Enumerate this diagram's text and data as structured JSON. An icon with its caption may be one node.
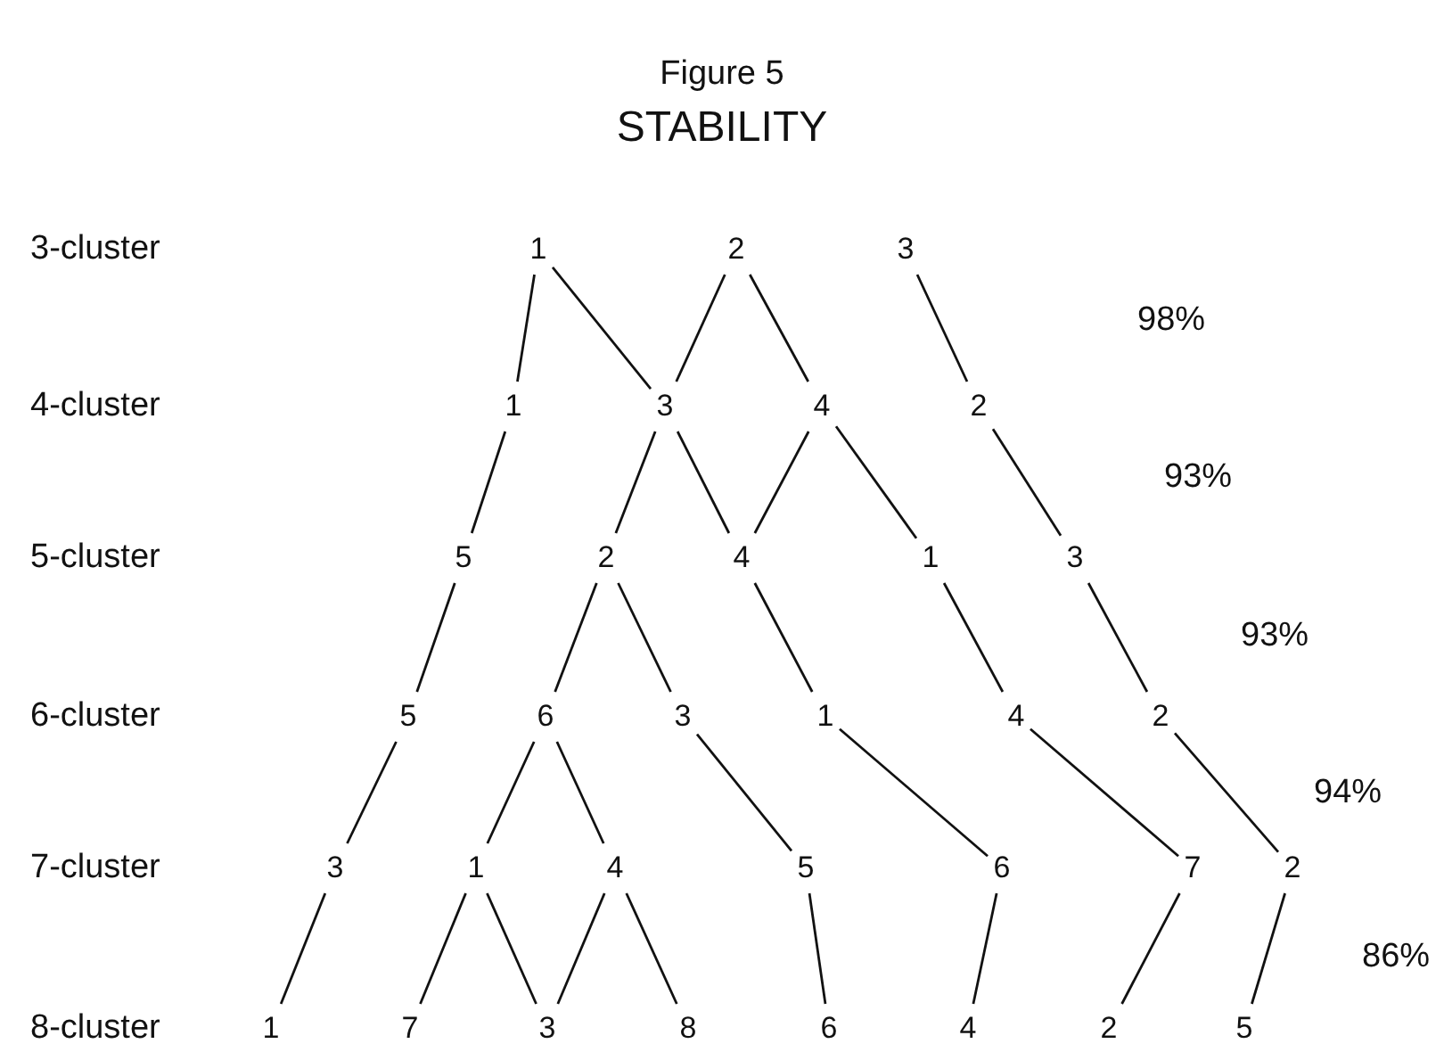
{
  "diagram": {
    "title": "STABILITY",
    "nodes": [
      {
        "text": [
          "1"
        ]
      },
      {
        "text": [
          "2"
        ]
      },
      {
        "text": [
          "3"
        ]
      },
      {
        "text": [
          "1"
        ]
      },
      {
        "text": [
          "3"
        ]
      },
      {
        "text": [
          "4"
        ]
      },
      {
        "text": [
          "2"
        ]
      },
      {
        "text": [
          "5"
        ]
      },
      {
        "text": [
          "2"
        ]
      },
      {
        "text": [
          "4"
        ]
      },
      {
        "text": [
          "1"
        ]
      },
      {
        "text": [
          "3"
        ]
      },
      {
        "text": [
          "5"
        ]
      },
      {
        "text": [
          "6"
        ]
      },
      {
        "text": [
          "3"
        ]
      },
      {
        "text": [
          "1"
        ]
      },
      {
        "text": [
          "4"
        ]
      },
      {
        "text": [
          "2"
        ]
      },
      {
        "text": [
          "3"
        ]
      },
      {
        "text": [
          "1"
        ]
      },
      {
        "text": [
          "4"
        ]
      },
      {
        "text": [
          "5"
        ]
      },
      {
        "text": [
          "6"
        ]
      },
      {
        "text": [
          "7"
        ]
      },
      {
        "text": [
          "2"
        ]
      },
      {
        "text": [
          "1"
        ]
      },
      {
        "text": [
          "7"
        ]
      },
      {
        "text": [
          "3"
        ]
      },
      {
        "text": [
          "8"
        ]
      },
      {
        "text": [
          "6"
        ]
      },
      {
        "text": [
          "4"
        ]
      },
      {
        "text": [
          "2"
        ]
      },
      {
        "text": [
          "5"
        ]
      }
    ],
    "edges": [
      {
        "from": 0,
        "to": 3,
        "arrow": "none"
      },
      {
        "from": 0,
        "to": 4,
        "arrow": "none"
      },
      {
        "from": 1,
        "to": 4,
        "arrow": "none"
      },
      {
        "from": 1,
        "to": 5,
        "arrow": "none"
      },
      {
        "from": 2,
        "to": 6,
        "arrow": "none"
      },
      {
        "from": 3,
        "to": 7,
        "arrow": "none"
      },
      {
        "from": 4,
        "to": 8,
        "arrow": "none"
      },
      {
        "from": 4,
        "to": 9,
        "arrow": "none"
      },
      {
        "from": 5,
        "to": 9,
        "arrow": "none"
      },
      {
        "from": 5,
        "to": 10,
        "arrow": "none"
      },
      {
        "from": 6,
        "to": 11,
        "arrow": "none"
      },
      {
        "from": 7,
        "to": 12,
        "arrow": "none"
      },
      {
        "from": 8,
        "to": 13,
        "arrow": "none"
      },
      {
        "from": 8,
        "to": 14,
        "arrow": "none"
      },
      {
        "from": 9,
        "to": 15,
        "arrow": "none"
      },
      {
        "from": 10,
        "to": 16,
        "arrow": "none"
      },
      {
        "from": 11,
        "to": 17,
        "arrow": "none"
      },
      {
        "from": 12,
        "to": 18,
        "arrow": "none"
      },
      {
        "from": 13,
        "to": 19,
        "arrow": "none"
      },
      {
        "from": 13,
        "to": 20,
        "arrow": "none"
      },
      {
        "from": 14,
        "to": 21,
        "arrow": "none"
      },
      {
        "from": 15,
        "to": 22,
        "arrow": "none"
      },
      {
        "from": 16,
        "to": 23,
        "arrow": "none"
      },
      {
        "from": 17,
        "to": 24,
        "arrow": "none"
      },
      {
        "from": 18,
        "to": 25,
        "arrow": "none"
      },
      {
        "from": 19,
        "to": 26,
        "arrow": "none"
      },
      {
        "from": 19,
        "to": 27,
        "arrow": "none"
      },
      {
        "from": 20,
        "to": 27,
        "arrow": "none"
      },
      {
        "from": 20,
        "to": 28,
        "arrow": "none"
      },
      {
        "from": 21,
        "to": 29,
        "arrow": "none"
      },
      {
        "from": 22,
        "to": 30,
        "arrow": "none"
      },
      {
        "from": 23,
        "to": 31,
        "arrow": "none"
      },
      {
        "from": 24,
        "to": 32,
        "arrow": "none"
      }
    ],
    "labels": [
      "Figure 5",
      "3-cluster",
      "98%",
      "4-cluster",
      "93%",
      "5-cluster",
      "93%",
      "6-cluster",
      "94%",
      "7-cluster",
      "86%",
      "8-cluster"
    ]
  }
}
